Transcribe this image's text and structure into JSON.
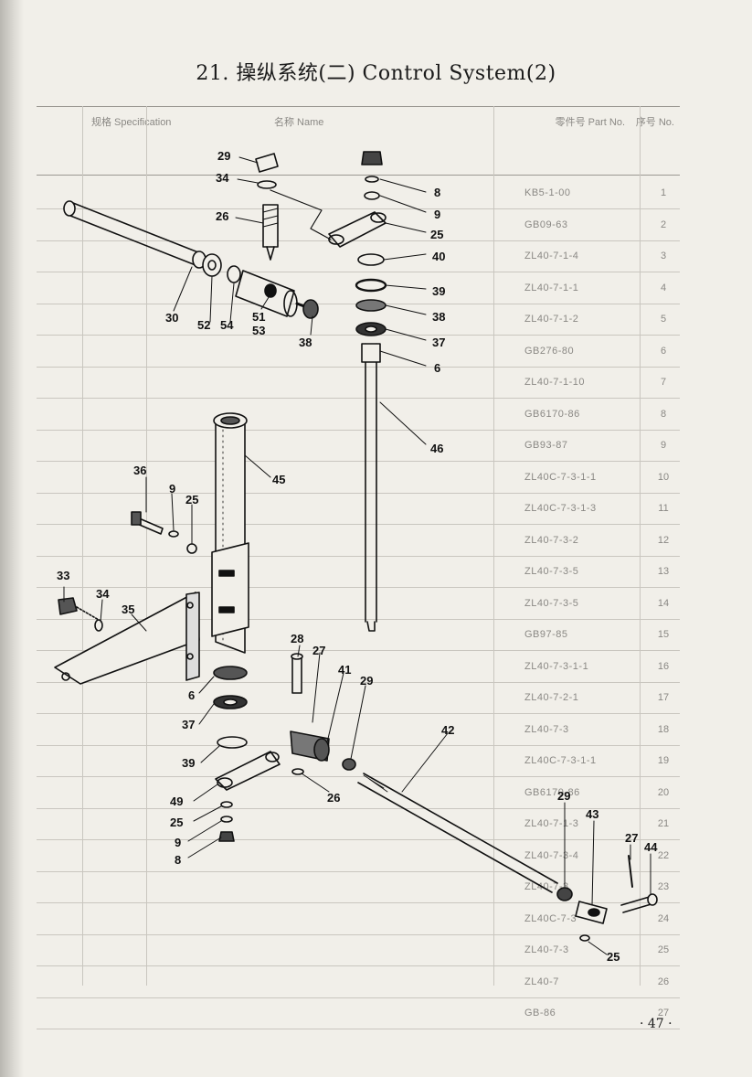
{
  "page": {
    "title": "21.  操纵系统(二)  Control System(2)",
    "page_number": "· 47 ·"
  },
  "background_table": {
    "headers": [
      "序号 No.",
      "名称 Name",
      "规格 Specification",
      "零件号 Part No."
    ],
    "row_numbers": [
      "1",
      "2",
      "3",
      "4",
      "5",
      "6",
      "7",
      "8",
      "9",
      "10",
      "11",
      "12",
      "13",
      "14",
      "15",
      "16",
      "17",
      "18",
      "19",
      "20",
      "21",
      "22",
      "23",
      "24",
      "25",
      "26",
      "27"
    ],
    "part_numbers": [
      "KB5-1-00",
      "GB09-63",
      "ZL40-7-1-4",
      "ZL40-7-1-1",
      "ZL40-7-1-2",
      "GB276-80",
      "ZL40-7-1-10",
      "GB6170-86",
      "GB93-87",
      "ZL40C-7-3-1-1",
      "ZL40C-7-3-1-3",
      "ZL40-7-3-2",
      "ZL40-7-3-5",
      "ZL40-7-3-5",
      "GB97-85",
      "ZL40-7-3-1-1",
      "ZL40-7-2-1",
      "ZL40-7-3",
      "ZL40C-7-3-1-1",
      "GB6170-86",
      "ZL40-7-1-3",
      "ZL40-7-3-4",
      "ZL40-7-3",
      "ZL40C-7-3",
      "ZL40-7-3",
      "ZL40-7",
      "GB-86"
    ]
  },
  "callouts": [
    {
      "id": "c-29-top",
      "text": "29"
    },
    {
      "id": "c-34-top",
      "text": "34"
    },
    {
      "id": "c-26-top",
      "text": "26"
    },
    {
      "id": "c-30",
      "text": "30"
    },
    {
      "id": "c-52",
      "text": "52"
    },
    {
      "id": "c-54",
      "text": "54"
    },
    {
      "id": "c-51",
      "text": "51"
    },
    {
      "id": "c-53",
      "text": "53"
    },
    {
      "id": "c-38-left",
      "text": "38"
    },
    {
      "id": "c-8-top",
      "text": "8"
    },
    {
      "id": "c-9-top",
      "text": "9"
    },
    {
      "id": "c-25-top",
      "text": "25"
    },
    {
      "id": "c-40",
      "text": "40"
    },
    {
      "id": "c-39-top",
      "text": "39"
    },
    {
      "id": "c-38-right",
      "text": "38"
    },
    {
      "id": "c-37-top",
      "text": "37"
    },
    {
      "id": "c-6-top",
      "text": "6"
    },
    {
      "id": "c-46",
      "text": "46"
    },
    {
      "id": "c-45",
      "text": "45"
    },
    {
      "id": "c-36",
      "text": "36"
    },
    {
      "id": "c-9-mid",
      "text": "9"
    },
    {
      "id": "c-25-mid",
      "text": "25"
    },
    {
      "id": "c-33",
      "text": "33"
    },
    {
      "id": "c-34-mid",
      "text": "34"
    },
    {
      "id": "c-35",
      "text": "35"
    },
    {
      "id": "c-28",
      "text": "28"
    },
    {
      "id": "c-27-mid",
      "text": "27"
    },
    {
      "id": "c-41",
      "text": "41"
    },
    {
      "id": "c-29-mid",
      "text": "29"
    },
    {
      "id": "c-6-bot",
      "text": "6"
    },
    {
      "id": "c-37-bot",
      "text": "37"
    },
    {
      "id": "c-39-bot",
      "text": "39"
    },
    {
      "id": "c-42",
      "text": "42"
    },
    {
      "id": "c-49",
      "text": "49"
    },
    {
      "id": "c-26-bot",
      "text": "26"
    },
    {
      "id": "c-25-bot",
      "text": "25"
    },
    {
      "id": "c-9-bot",
      "text": "9"
    },
    {
      "id": "c-8-bot",
      "text": "8"
    },
    {
      "id": "c-29-bot",
      "text": "29"
    },
    {
      "id": "c-43",
      "text": "43"
    },
    {
      "id": "c-27-bot",
      "text": "27"
    },
    {
      "id": "c-44",
      "text": "44"
    },
    {
      "id": "c-25-end",
      "text": "25"
    }
  ]
}
